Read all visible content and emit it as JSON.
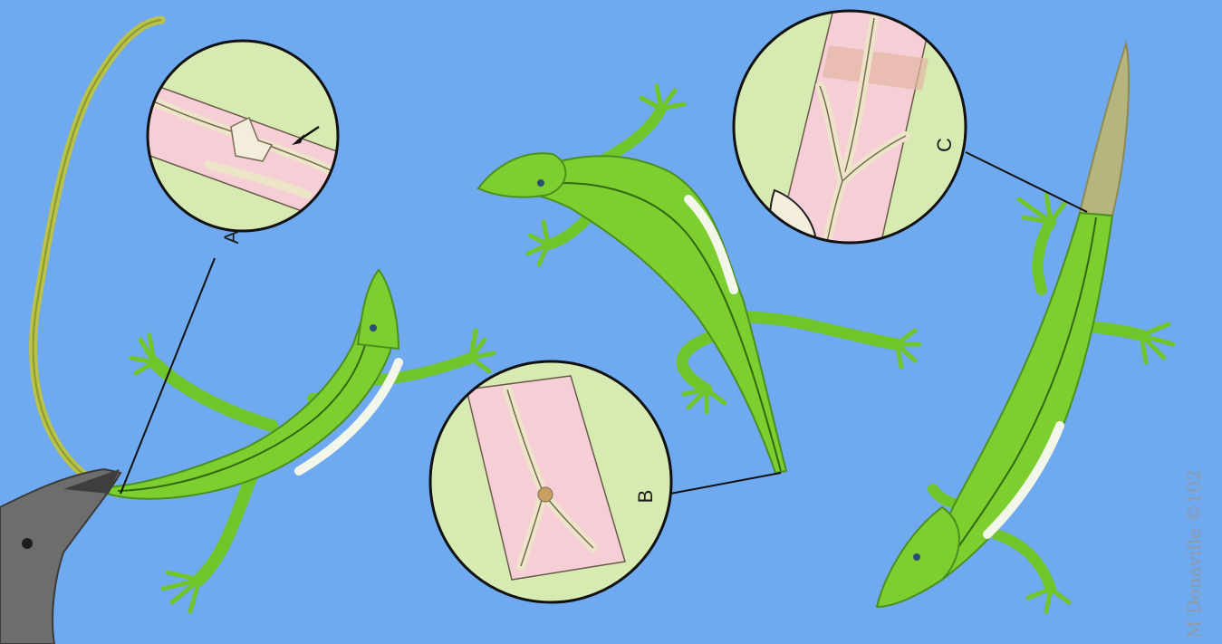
{
  "labels": {
    "inset_a": "A",
    "inset_b": "B",
    "inset_c": "C"
  },
  "signature": "M Donaville ©102",
  "colors": {
    "background": "#6fa9ef",
    "lizard_green": "#7ccf2e",
    "lizard_dark": "#3f8a1a",
    "belly": "#f2f7ea",
    "regrown_tail": "#b6b57e",
    "inset_green": "#d6eab2",
    "inset_pink": "#f6cfd6",
    "bone": "#ece5c8",
    "bird": "#6d6d6d"
  }
}
